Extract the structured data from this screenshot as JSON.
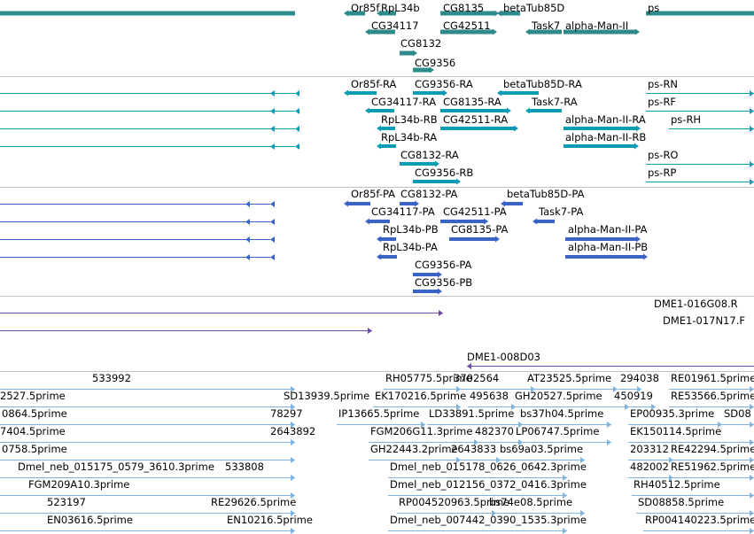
{
  "colors": {
    "gene": "#2e8b8b",
    "transcript": "#0a9bb5",
    "translation": "#3a63c8",
    "clone": "#6a4aa8",
    "est": "#7fb3e0",
    "divider": "#c2c2c2"
  },
  "tracks": [
    {
      "name": "gene-track",
      "color_key": "gene",
      "features": [
        {
          "label": "Or85f",
          "strand": "-"
        },
        {
          "label": "RpL34b",
          "strand": "-"
        },
        {
          "label": "CG8135",
          "strand": "+"
        },
        {
          "label": "betaTub85D",
          "strand": "-"
        },
        {
          "label": "ps",
          "strand": "+"
        },
        {
          "label": "CG34117",
          "strand": "-"
        },
        {
          "label": "CG42511",
          "strand": "+"
        },
        {
          "label": "Task7",
          "strand": "-"
        },
        {
          "label": "alpha-Man-II",
          "strand": "+"
        },
        {
          "label": "CG8132",
          "strand": "+"
        },
        {
          "label": "CG9356",
          "strand": "+"
        }
      ]
    },
    {
      "name": "transcript-track",
      "color_key": "transcript",
      "features": [
        {
          "label": "Or85f-RA",
          "strand": "-"
        },
        {
          "label": "CG9356-RA",
          "strand": "+"
        },
        {
          "label": "betaTub85D-RA",
          "strand": "-"
        },
        {
          "label": "ps-RN",
          "strand": "+"
        },
        {
          "label": "CG34117-RA",
          "strand": "-"
        },
        {
          "label": "CG8135-RA",
          "strand": "+"
        },
        {
          "label": "Task7-RA",
          "strand": "-"
        },
        {
          "label": "ps-RF",
          "strand": "+"
        },
        {
          "label": "RpL34b-RB",
          "strand": "-"
        },
        {
          "label": "CG42511-RA",
          "strand": "+"
        },
        {
          "label": "alpha-Man-II-RA",
          "strand": "+"
        },
        {
          "label": "ps-RH",
          "strand": "+"
        },
        {
          "label": "RpL34b-RA",
          "strand": "-"
        },
        {
          "label": "alpha-Man-II-RB",
          "strand": "+"
        },
        {
          "label": "CG8132-RA",
          "strand": "+"
        },
        {
          "label": "ps-RO",
          "strand": "+"
        },
        {
          "label": "CG9356-RB",
          "strand": "+"
        },
        {
          "label": "ps-RP",
          "strand": "+"
        }
      ]
    },
    {
      "name": "translation-track",
      "color_key": "translation",
      "features": [
        {
          "label": "Or85f-PA",
          "strand": "-"
        },
        {
          "label": "CG8132-PA",
          "strand": "+"
        },
        {
          "label": "betaTub85D-PA",
          "strand": "-"
        },
        {
          "label": "CG34117-PA",
          "strand": "-"
        },
        {
          "label": "CG42511-PA",
          "strand": "+"
        },
        {
          "label": "Task7-PA",
          "strand": "-"
        },
        {
          "label": "RpL34b-PB",
          "strand": "-"
        },
        {
          "label": "CG8135-PA",
          "strand": "+"
        },
        {
          "label": "alpha-Man-II-PA",
          "strand": "+"
        },
        {
          "label": "RpL34b-PA",
          "strand": "-"
        },
        {
          "label": "alpha-Man-II-PB",
          "strand": "+"
        },
        {
          "label": "CG9356-PA",
          "strand": "+"
        },
        {
          "label": "CG9356-PB",
          "strand": "+"
        }
      ]
    },
    {
      "name": "clone-track",
      "color_key": "clone",
      "features": [
        {
          "label": "DME1-016G08.R",
          "strand": "+"
        },
        {
          "label": "DME1-017N17.F",
          "strand": "+"
        },
        {
          "label": "DME1-008D03",
          "strand": "-"
        }
      ]
    },
    {
      "name": "est-track",
      "color_key": "est",
      "features": [
        {
          "label": "533992",
          "strand": "+"
        },
        {
          "label": "RH05775.5prime",
          "strand": "+"
        },
        {
          "label": "3702564",
          "strand": "+"
        },
        {
          "label": "AT23525.5prime",
          "strand": "+"
        },
        {
          "label": "294038",
          "strand": "+"
        },
        {
          "label": "RE01961.5prime",
          "strand": "+"
        },
        {
          "label": "2527.5prime",
          "strand": "+"
        },
        {
          "label": "SD13939.5prime",
          "strand": "+"
        },
        {
          "label": "EK170216.5prime",
          "strand": "+"
        },
        {
          "label": "495638",
          "strand": "+"
        },
        {
          "label": "GH20527.5prime",
          "strand": "+"
        },
        {
          "label": "450919",
          "strand": "+"
        },
        {
          "label": "RE53566.5prime",
          "strand": "+"
        },
        {
          "label": "0864.5prime",
          "strand": "+"
        },
        {
          "label": "78297",
          "strand": "+"
        },
        {
          "label": "IP13665.5prime",
          "strand": "+"
        },
        {
          "label": "LD33891.5prime",
          "strand": "+"
        },
        {
          "label": "bs37h04.5prime",
          "strand": "+"
        },
        {
          "label": "EP00935.3prime",
          "strand": "+"
        },
        {
          "label": "SD08",
          "strand": "+"
        },
        {
          "label": "7404.5prime",
          "strand": "+"
        },
        {
          "label": "2643892",
          "strand": "+"
        },
        {
          "label": "FGM206G11.3prime",
          "strand": "+"
        },
        {
          "label": "482370",
          "strand": "+"
        },
        {
          "label": "LP06747.5prime",
          "strand": "+"
        },
        {
          "label": "EK150114.5prime",
          "strand": "+"
        },
        {
          "label": "0758.5prime",
          "strand": "+"
        },
        {
          "label": "GH22443.2prime",
          "strand": "+"
        },
        {
          "label": "2643833",
          "strand": "+"
        },
        {
          "label": "bs69a03.5prime",
          "strand": "+"
        },
        {
          "label": "203312",
          "strand": "+"
        },
        {
          "label": "RE42294.5prime",
          "strand": "+"
        },
        {
          "label": "Dmel_neb_015175_0579_3610.3prime",
          "strand": "+"
        },
        {
          "label": "533808",
          "strand": "+"
        },
        {
          "label": "Dmel_neb_015178_0626_0642.3prime",
          "strand": "+"
        },
        {
          "label": "482002",
          "strand": "+"
        },
        {
          "label": "RE51962.5prime",
          "strand": "+"
        },
        {
          "label": "FGM209A10.3prime",
          "strand": "+"
        },
        {
          "label": "Dmel_neb_012156_0372_0416.3prime",
          "strand": "+"
        },
        {
          "label": "RH40512.5prime",
          "strand": "+"
        },
        {
          "label": "523197",
          "strand": "+"
        },
        {
          "label": "RE29626.5prime",
          "strand": "+"
        },
        {
          "label": "RP004520963.5prime",
          "strand": "+"
        },
        {
          "label": "bs74e08.5prime",
          "strand": "+"
        },
        {
          "label": "SD08858.5prime",
          "strand": "+"
        },
        {
          "label": "EN03616.5prime",
          "strand": "+"
        },
        {
          "label": "EN10216.5prime",
          "strand": "+"
        },
        {
          "label": "Dmel_neb_007442_0390_1535.3prime",
          "strand": "+"
        },
        {
          "label": "RP004140223.5prime",
          "strand": "+"
        }
      ]
    }
  ]
}
